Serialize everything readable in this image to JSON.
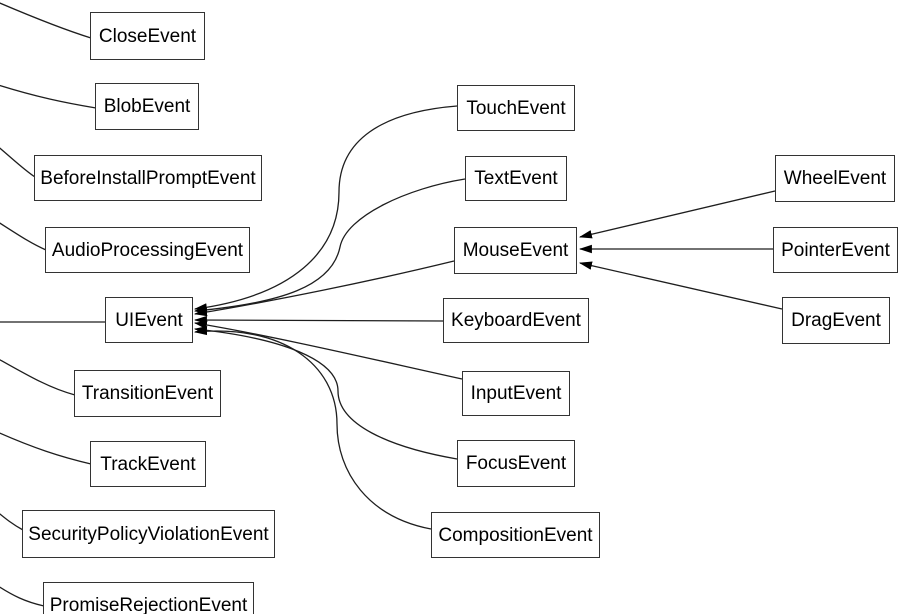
{
  "diagram": {
    "type": "inheritance-graph",
    "description": "DOM Event class inheritance diagram; arrows point from subclasses to their parent class",
    "colors": {
      "background": "#ffffff",
      "node_fill": "#ffffff",
      "node_border": "#333333",
      "text": "#000000",
      "edge": "#1e1e1e",
      "arrowhead": "#000000"
    },
    "nodes": [
      {
        "id": "close-event",
        "label": "CloseEvent"
      },
      {
        "id": "blob-event",
        "label": "BlobEvent"
      },
      {
        "id": "before-install-prompt-event",
        "label": "BeforeInstallPromptEvent"
      },
      {
        "id": "audio-processing-event",
        "label": "AudioProcessingEvent"
      },
      {
        "id": "ui-event",
        "label": "UIEvent"
      },
      {
        "id": "transition-event",
        "label": "TransitionEvent"
      },
      {
        "id": "track-event",
        "label": "TrackEvent"
      },
      {
        "id": "security-policy-violation-event",
        "label": "SecurityPolicyViolationEvent"
      },
      {
        "id": "promise-rejection-event",
        "label": "PromiseRejectionEvent"
      },
      {
        "id": "touch-event",
        "label": "TouchEvent"
      },
      {
        "id": "text-event",
        "label": "TextEvent"
      },
      {
        "id": "mouse-event",
        "label": "MouseEvent"
      },
      {
        "id": "keyboard-event",
        "label": "KeyboardEvent"
      },
      {
        "id": "input-event",
        "label": "InputEvent"
      },
      {
        "id": "focus-event",
        "label": "FocusEvent"
      },
      {
        "id": "composition-event",
        "label": "CompositionEvent"
      },
      {
        "id": "wheel-event",
        "label": "WheelEvent"
      },
      {
        "id": "pointer-event",
        "label": "PointerEvent"
      },
      {
        "id": "drag-event",
        "label": "DragEvent"
      }
    ],
    "edges": [
      {
        "from": "CloseEvent",
        "to": "off-screen (left edge)"
      },
      {
        "from": "BlobEvent",
        "to": "off-screen (left edge)"
      },
      {
        "from": "BeforeInstallPromptEvent",
        "to": "off-screen (left edge)"
      },
      {
        "from": "AudioProcessingEvent",
        "to": "off-screen (left edge)"
      },
      {
        "from": "UIEvent",
        "to": "off-screen (left edge)"
      },
      {
        "from": "TransitionEvent",
        "to": "off-screen (left edge)"
      },
      {
        "from": "TrackEvent",
        "to": "off-screen (left edge)"
      },
      {
        "from": "SecurityPolicyViolationEvent",
        "to": "off-screen (left edge)"
      },
      {
        "from": "PromiseRejectionEvent",
        "to": "off-screen (left edge)"
      },
      {
        "from": "TouchEvent",
        "to": "UIEvent"
      },
      {
        "from": "TextEvent",
        "to": "UIEvent"
      },
      {
        "from": "MouseEvent",
        "to": "UIEvent"
      },
      {
        "from": "KeyboardEvent",
        "to": "UIEvent"
      },
      {
        "from": "InputEvent",
        "to": "UIEvent"
      },
      {
        "from": "FocusEvent",
        "to": "UIEvent"
      },
      {
        "from": "CompositionEvent",
        "to": "UIEvent"
      },
      {
        "from": "WheelEvent",
        "to": "MouseEvent"
      },
      {
        "from": "PointerEvent",
        "to": "MouseEvent"
      },
      {
        "from": "DragEvent",
        "to": "MouseEvent"
      }
    ]
  }
}
